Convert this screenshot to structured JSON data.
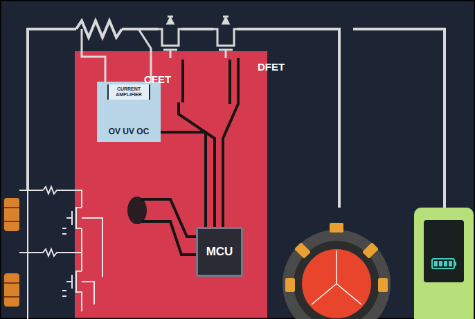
{
  "diagram": {
    "nodes": [
      {
        "text": [
          "CURRENT AMPLIFIER",
          "OV UV OC"
        ]
      },
      {
        "text": [
          "MCU"
        ]
      }
    ],
    "edges": [
      {
        "from": 0,
        "to": 1,
        "arrow": "none"
      }
    ],
    "labels": [
      "CFET",
      "DFET"
    ]
  }
}
